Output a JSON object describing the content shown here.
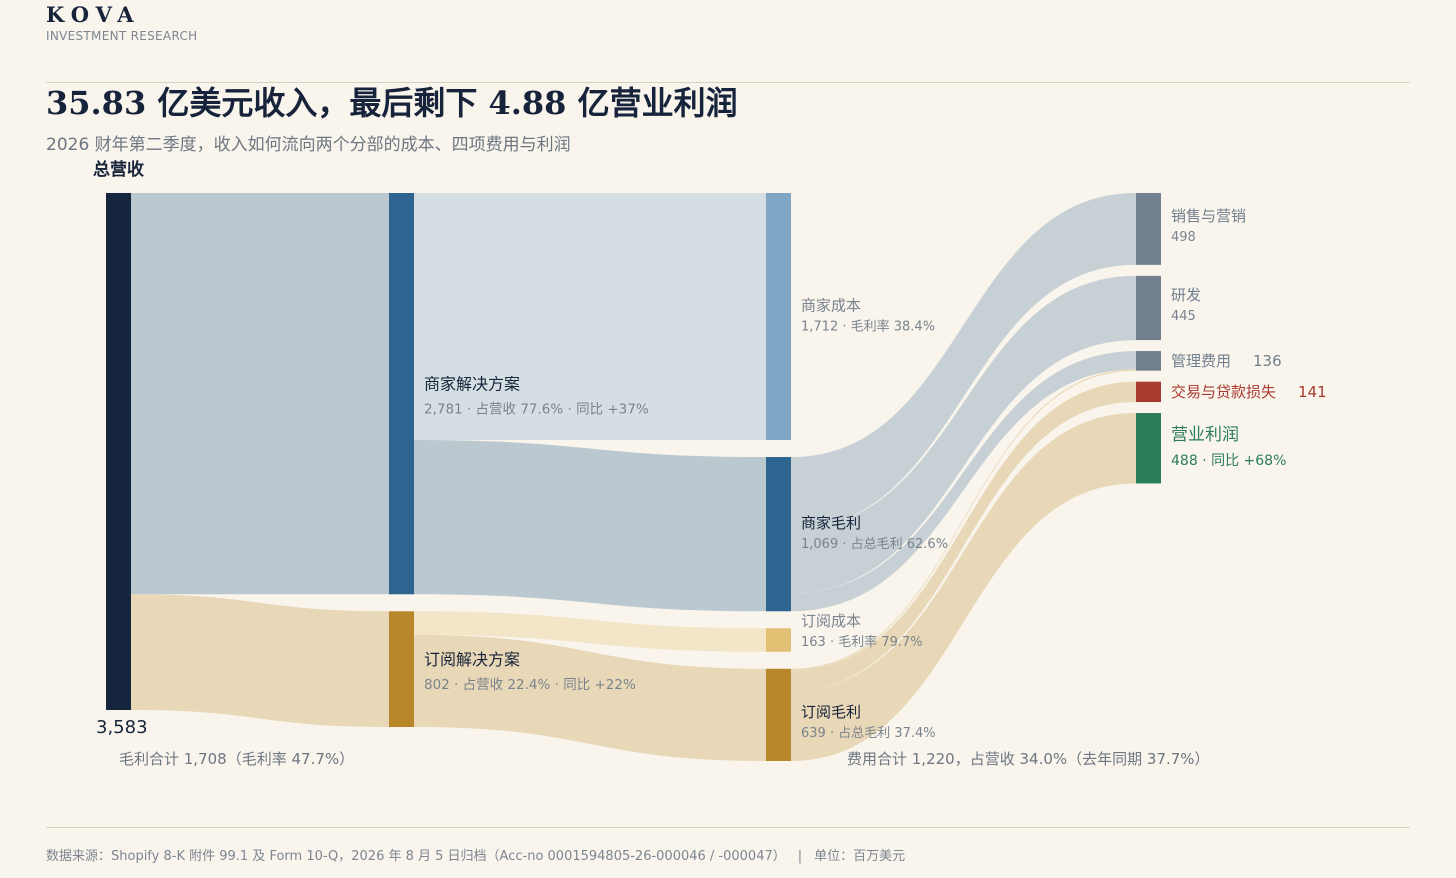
{
  "brand": {
    "name": "KOVA",
    "subtitle": "INVESTMENT RESEARCH"
  },
  "title": "35.83 亿美元收入，最后剩下 4.88 亿营业利润",
  "subtitle": "2026 财年第二季度，收入如何流向两个分部的成本、四项费用与利润",
  "footer": {
    "source": "数据来源：Shopify 8-K 附件 99.1 及 Form 10-Q，2026 年 8 月 5 日归档（Acc-no 0001594805-26-000046 / -000047）",
    "separator": "|",
    "unit": "单位：百万美元"
  },
  "colors": {
    "navy": "#14253d",
    "blue": "#2e6490",
    "lightBlue": "#7fa6c5",
    "gold": "#b8872a",
    "lightGold": "#e2c073",
    "gray": "#717f8e",
    "red": "#a83a2f",
    "green": "#2c7d5a"
  },
  "chart_data": {
    "type": "sankey",
    "unit": "百万美元",
    "total": {
      "label": "总营收",
      "value": 3583,
      "value_text": "3,583"
    },
    "nodes": [
      {
        "id": "revenue",
        "label": "总营收",
        "value": 3583
      },
      {
        "id": "merchant",
        "label": "商家解决方案",
        "value": 2781,
        "detail": "2,781 · 占营收 77.6% · 同比 +37%"
      },
      {
        "id": "subscription",
        "label": "订阅解决方案",
        "value": 802,
        "detail": "802 · 占营收 22.4% · 同比 +22%"
      },
      {
        "id": "merchant_cost",
        "label": "商家成本",
        "value": 1712,
        "detail": "1,712 · 毛利率 38.4%"
      },
      {
        "id": "merchant_gp",
        "label": "商家毛利",
        "value": 1069,
        "detail": "1,069 · 占总毛利 62.6%"
      },
      {
        "id": "sub_cost",
        "label": "订阅成本",
        "value": 163,
        "detail": "163 · 毛利率 79.7%"
      },
      {
        "id": "sub_gp",
        "label": "订阅毛利",
        "value": 639,
        "detail": "639 · 占总毛利 37.4%"
      },
      {
        "id": "sales",
        "label": "销售与营销",
        "value": 498,
        "detail": "498"
      },
      {
        "id": "rd",
        "label": "研发",
        "value": 445,
        "detail": "445"
      },
      {
        "id": "admin",
        "label": "管理费用",
        "value": 136,
        "detail": "136"
      },
      {
        "id": "loss",
        "label": "交易与贷款损失",
        "value": 141,
        "detail": "141"
      },
      {
        "id": "op",
        "label": "营业利润",
        "value": 488,
        "detail": "488 · 同比 +68%"
      }
    ],
    "links": [
      {
        "source": "revenue",
        "target": "merchant",
        "value": 2781
      },
      {
        "source": "revenue",
        "target": "subscription",
        "value": 802
      },
      {
        "source": "merchant",
        "target": "merchant_cost",
        "value": 1712
      },
      {
        "source": "merchant",
        "target": "merchant_gp",
        "value": 1069
      },
      {
        "source": "subscription",
        "target": "sub_cost",
        "value": 163
      },
      {
        "source": "subscription",
        "target": "sub_gp",
        "value": 639
      },
      {
        "source": "merchant_gp",
        "target": "sales",
        "value": 498
      },
      {
        "source": "merchant_gp",
        "target": "rd",
        "value": 445
      },
      {
        "source": "merchant_gp",
        "target": "admin",
        "value": 126
      },
      {
        "source": "sub_gp",
        "target": "admin",
        "value": 10
      },
      {
        "source": "sub_gp",
        "target": "loss",
        "value": 141
      },
      {
        "source": "sub_gp",
        "target": "op",
        "value": 488
      }
    ],
    "annotations": {
      "gross_profit_total": "毛利合计 1,708（毛利率 47.7%）",
      "expense_total": "费用合计 1,220，占营收 34.0%（去年同期 37.7%）"
    }
  }
}
